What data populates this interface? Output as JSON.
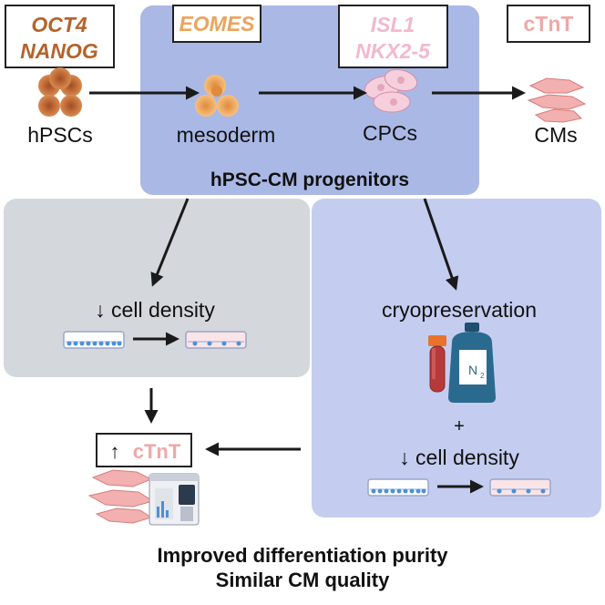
{
  "markers": {
    "pluripotency": [
      "OCT4",
      "NANOG"
    ],
    "mesoderm": "EOMES",
    "cpc": [
      "ISL1",
      "NKX2-5"
    ],
    "cm": "cTnT"
  },
  "stages": {
    "hpsc": "hPSCs",
    "mesoderm": "mesoderm",
    "cpc": "CPCs",
    "cm": "CMs"
  },
  "progenitor_box": {
    "title": "hPSC-CM progenitors"
  },
  "left_panel": {
    "label": "↓ cell density"
  },
  "right_panel": {
    "label_top": "cryopreservation",
    "plus": "+",
    "label_bottom": "↓ cell density",
    "nitrogen": "N",
    "nitrogen_sub": "2"
  },
  "result": {
    "arrow": "↑",
    "marker": "cTnT"
  },
  "conclusion": {
    "line1": "Improved differentiation purity",
    "line2": "Similar CM quality"
  },
  "colors": {
    "pluripotency": "#b5632a",
    "mesoderm": "#eda35c",
    "cpc": "#f3b8cc",
    "cm": "#f2a6a6",
    "progenitor_bg": "#aab8e6",
    "left_panel_bg": "#d4d7dc",
    "right_panel_bg": "#c4cdf0",
    "arrow": "#1a1a1a"
  }
}
